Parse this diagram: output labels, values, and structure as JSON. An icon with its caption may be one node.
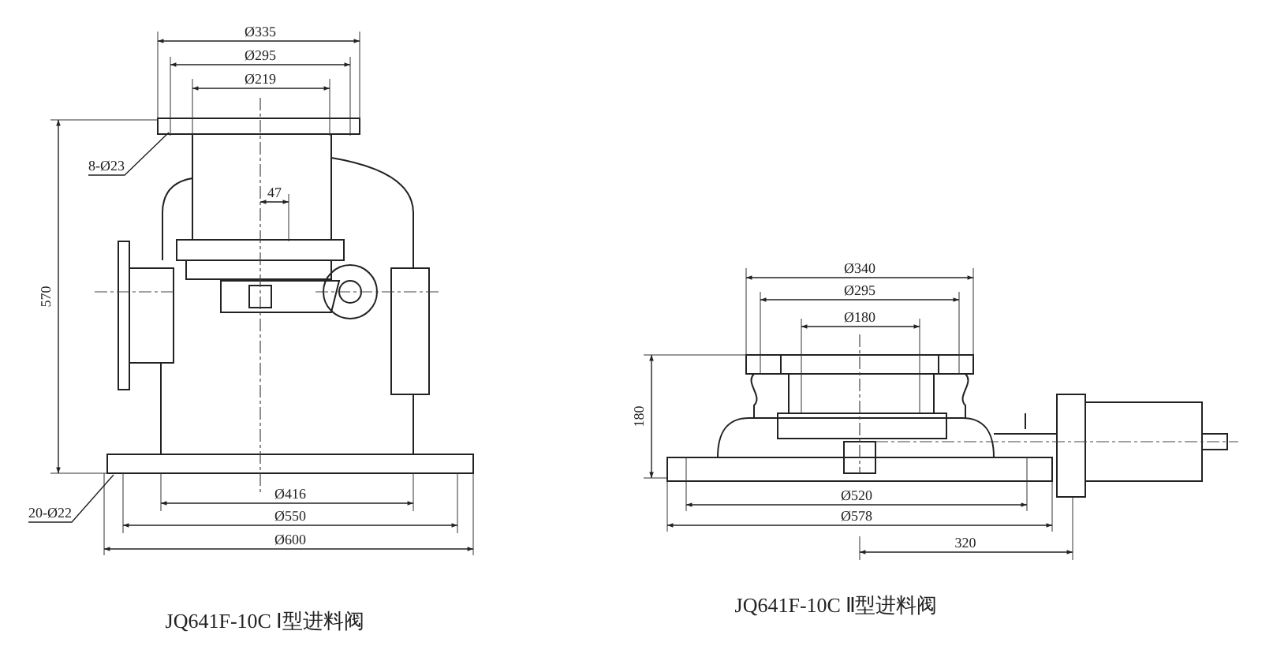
{
  "diagram": {
    "nodes": [
      {
        "text": [
          "8-Ø23"
        ]
      },
      {
        "text": [
          "20-Ø22"
        ]
      }
    ],
    "edges": [
      {
        "from": 0,
        "to": null,
        "arrow": "none"
      },
      {
        "from": 1,
        "to": null,
        "arrow": "none"
      }
    ],
    "labels": [
      "Ø335",
      "Ø295",
      "Ø219",
      "47",
      "570",
      "Ø416",
      "Ø550",
      "Ø600",
      "Ø340",
      "Ø295",
      "Ø180",
      "180",
      "Ø520",
      "Ø578",
      "320",
      "JQ641F-10C Ⅰ型进料阀",
      "JQ641F-10C Ⅱ型进料阀"
    ]
  }
}
